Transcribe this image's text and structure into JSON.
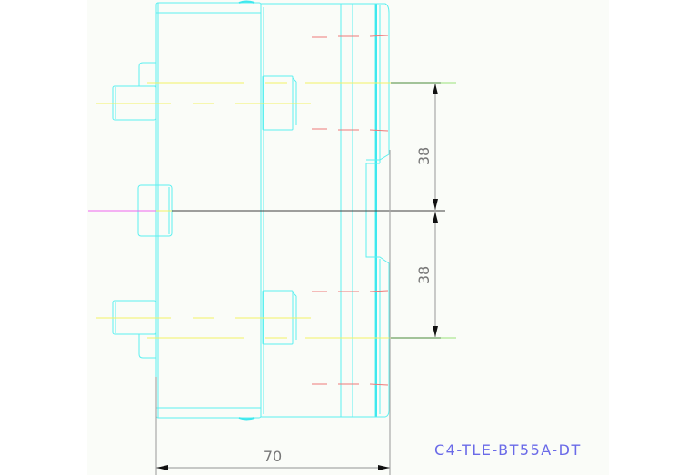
{
  "drawing": {
    "part_number": "C4-TLE-BT55A-DT",
    "dimensions": {
      "overall_length": "70",
      "upper_offset": "38",
      "lower_offset": "38"
    },
    "colors": {
      "background": "#fafcf8",
      "outline": "#5cf0f0",
      "centerline_yellow": "#f2f266",
      "hidden_red": "#ee7a7a",
      "dimension": "#a8a8a8",
      "label": "#6a6ae8"
    }
  }
}
